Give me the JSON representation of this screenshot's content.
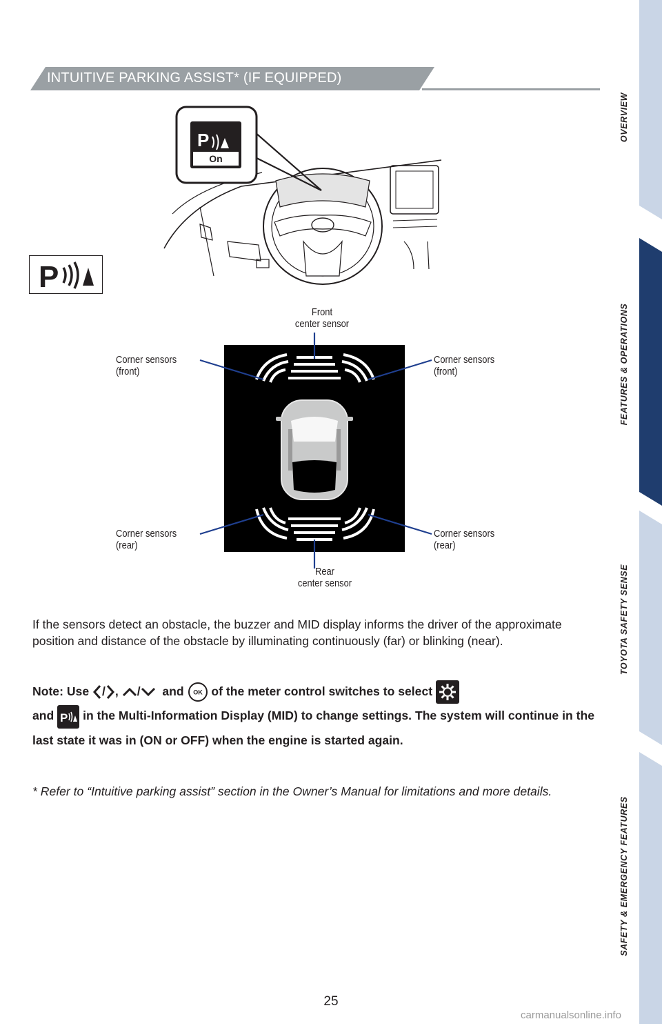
{
  "header": {
    "title": "INTUITIVE PARKING ASSIST* (IF EQUIPPED)"
  },
  "side_tabs": [
    {
      "label": "OVERVIEW",
      "active": false
    },
    {
      "label": "FEATURES & OPERATIONS",
      "active": true
    },
    {
      "label": "TOYOTA SAFETY SENSE",
      "active": false
    },
    {
      "label": "SAFETY & EMERGENCY FEATURES",
      "active": false
    }
  ],
  "dash_figure": {
    "indicator_on_label": "On",
    "indicator_letter": "P"
  },
  "callouts": {
    "front_center": "Front\ncenter sensor",
    "corner_front_left": "Corner sensors\n(front)",
    "corner_front_right": "Corner sensors\n(front)",
    "corner_rear_left": "Corner sensors\n(rear)",
    "corner_rear_right": "Corner sensors\n(rear)",
    "rear_center": "Rear\ncenter sensor"
  },
  "body_text": "If the sensors detect an obstacle, the buzzer and MID display informs the driver of the approximate position and distance of the obstacle by illuminating continuously (far) or blinking (near).",
  "note": {
    "part1": "Note: Use",
    "sep_slash": "/",
    "comma": ",",
    "and": "and",
    "part2": "of the meter control switches to select",
    "part3": "and",
    "part4": "in the Multi-Information Display (MID) to change settings. The system will continue in the last state it was in (ON or OFF) when the engine is started again.",
    "ok_button_label": "OK"
  },
  "footnote": "* Refer to “Intuitive parking assist” section in the Owner’s Manual for limitations and more details.",
  "page_number": "25",
  "watermark": "carmanualsonline.info",
  "colors": {
    "banner": "#9aa0a4",
    "tab_inactive": "#c9d5e6",
    "tab_active": "#1f3d6e",
    "callout_line": "#1f3f8f",
    "display_bg": "#000000"
  },
  "icons": [
    "parking-assist-icon",
    "chevron-left-icon",
    "chevron-right-icon",
    "chevron-up-icon",
    "chevron-down-icon",
    "ok-button-icon",
    "gear-icon"
  ]
}
